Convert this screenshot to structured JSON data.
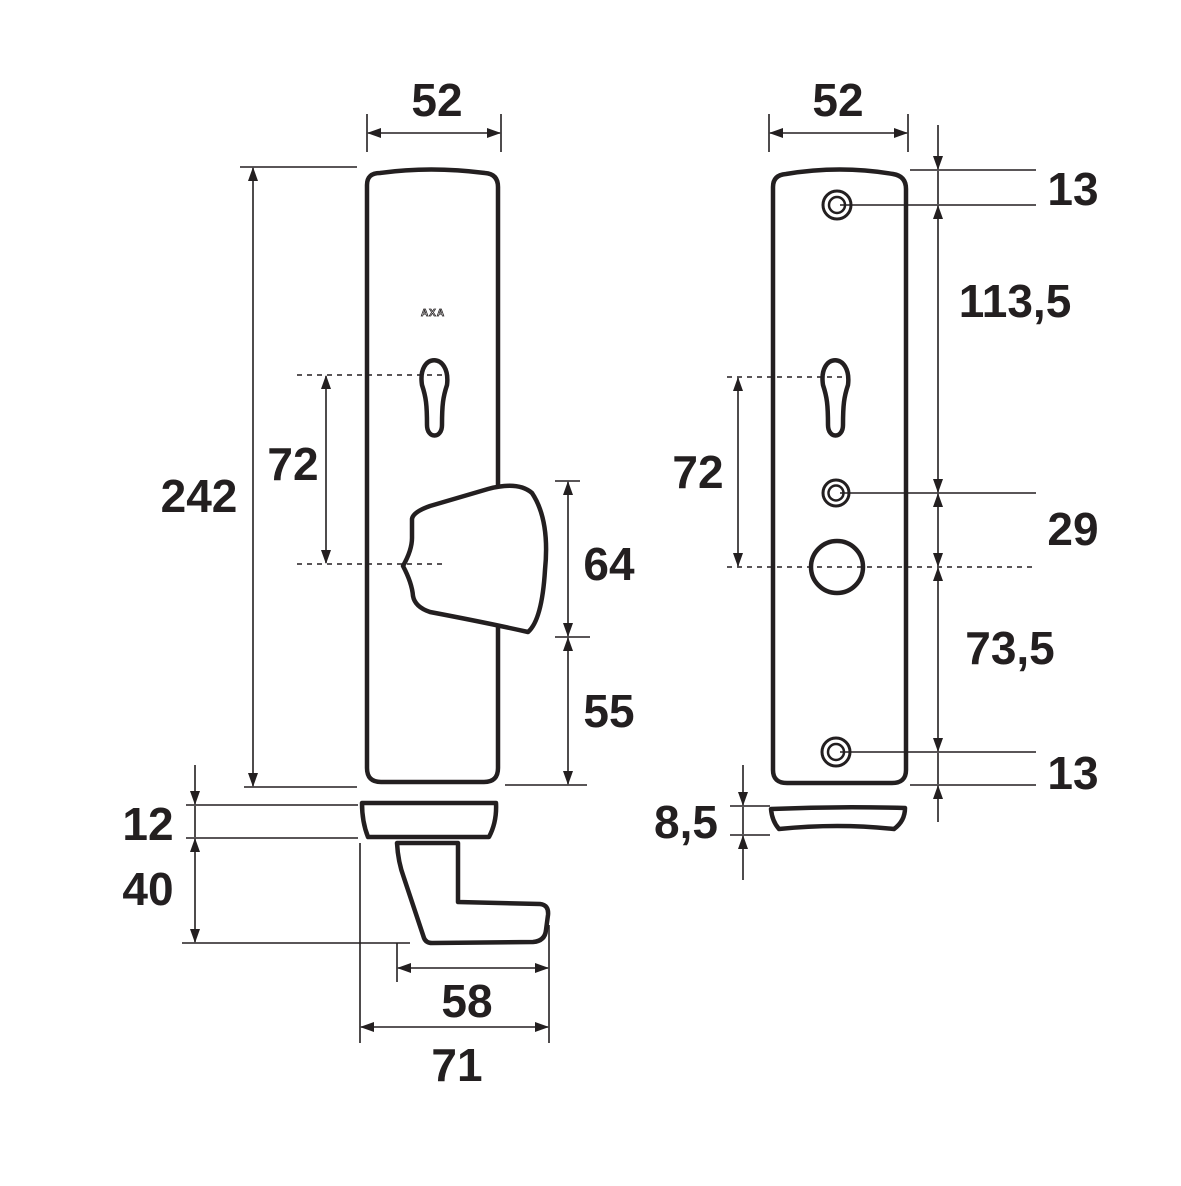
{
  "brand_logo": "AXA",
  "front_view": {
    "width": "52",
    "height": "242",
    "cylinder_to_handle": "72",
    "handle_height": "64",
    "handle_to_bottom": "55",
    "rose_thickness": "12",
    "handle_depth": "40",
    "handle_length": "58",
    "total_projection": "71"
  },
  "back_view": {
    "width": "52",
    "top_screw_offset": "13",
    "screw_to_screw": "113,5",
    "cylinder_to_center": "72",
    "middle_screw_to_center": "29",
    "center_to_bottom_screw": "73,5",
    "bottom_screw_offset": "13",
    "plate_thickness": "8,5"
  },
  "colors": {
    "line": "#231f20",
    "background": "#ffffff"
  }
}
